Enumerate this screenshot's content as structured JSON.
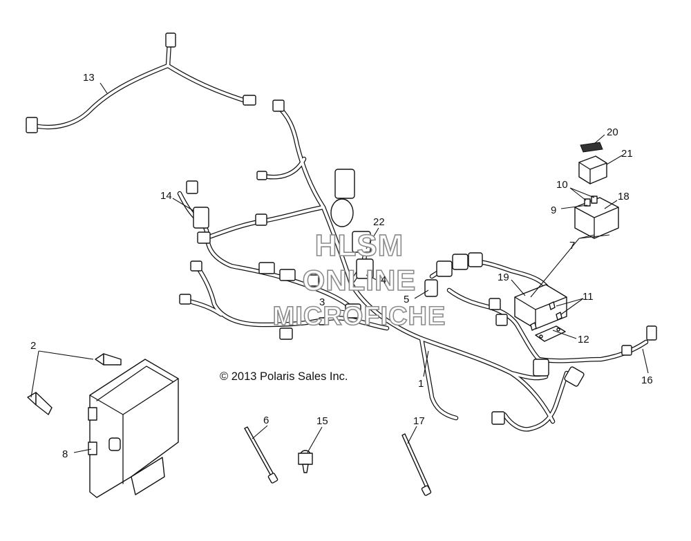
{
  "copyright": "© 2013 Polaris Sales Inc.",
  "watermark": {
    "line1": "HLSM",
    "line2": "ONLINE",
    "line3": "MICROFICHE"
  },
  "callouts": {
    "c1": "1",
    "c2": "2",
    "c3": "3",
    "c4": "4",
    "c5": "5",
    "c6": "6",
    "c7": "7",
    "c8": "8",
    "c9": "9",
    "c10": "10",
    "c11": "11",
    "c12": "12",
    "c13": "13",
    "c14": "14",
    "c15": "15",
    "c16": "16",
    "c17": "17",
    "c18": "18",
    "c19": "19",
    "c20": "20",
    "c21": "21",
    "c22": "22"
  }
}
